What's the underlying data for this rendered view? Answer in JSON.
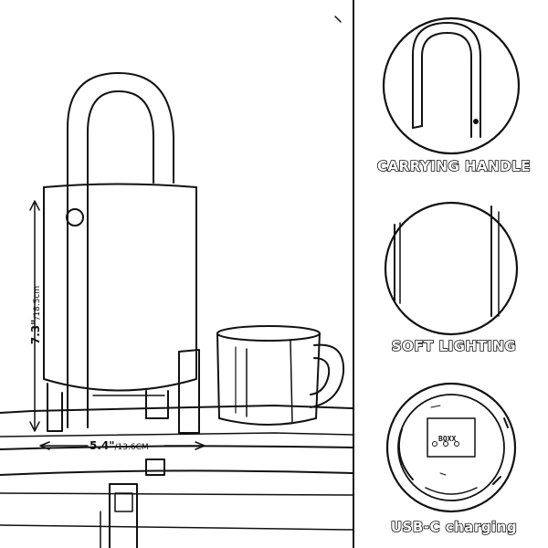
{
  "product": {
    "height_dimension": "7.3\"",
    "height_dimension_metric": "/18.5cm",
    "width_dimension": "5.4\"",
    "width_dimension_metric": "/13.6CM"
  },
  "features": [
    {
      "label": "CARRYING HANDLE",
      "icon": "handle-closeup"
    },
    {
      "label": "SOFT LIGHTING",
      "icon": "lighting-closeup"
    },
    {
      "label": "USB-C charging",
      "icon": "usb-c-port-closeup"
    }
  ],
  "base_plate": {
    "brand_text": "BOXX"
  },
  "colors": {
    "line": "#111111",
    "background": "#ffffff"
  }
}
